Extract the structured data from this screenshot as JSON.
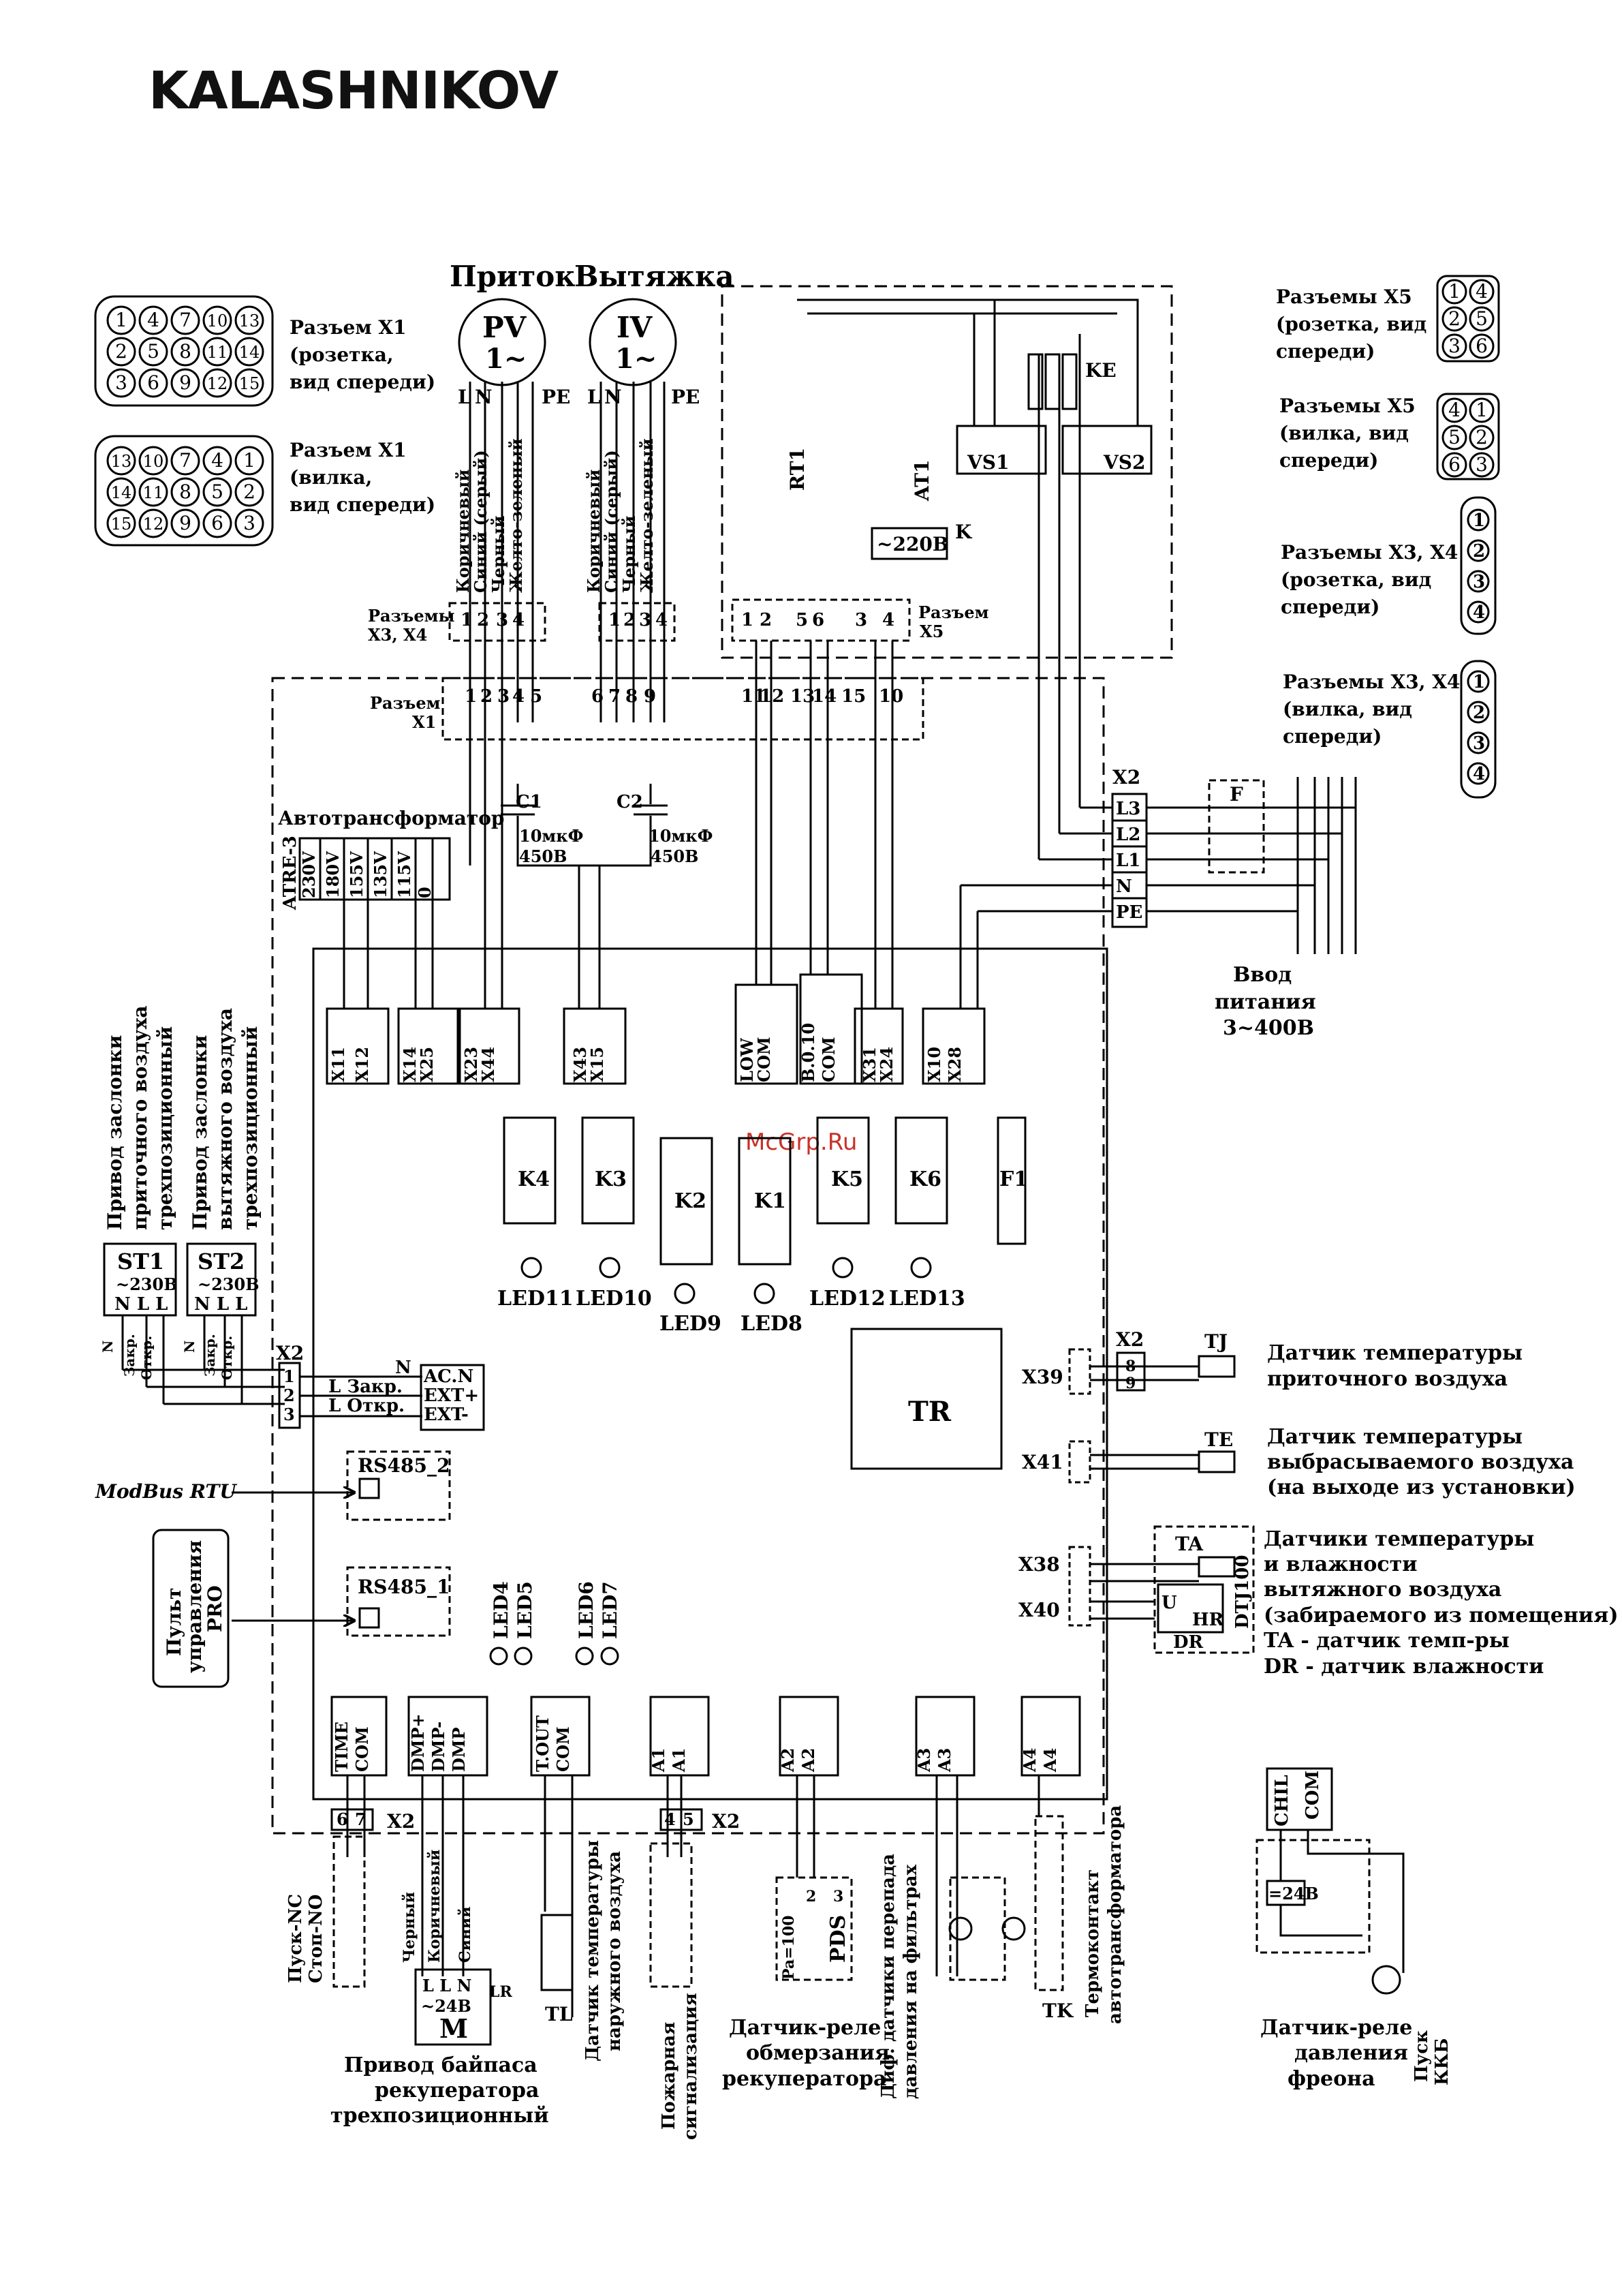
{
  "brand": "KALASHNIKOV",
  "watermark": "McGrp.Ru",
  "fans": {
    "supply": {
      "label": "Приток",
      "code": "PV",
      "phase": "1~"
    },
    "exhaust": {
      "label": "Вытяжка",
      "code": "IV",
      "phase": "1~"
    },
    "terminal_letters": [
      "L",
      "N",
      "PE"
    ]
  },
  "wire_colors": [
    "Коричневый",
    "Синий (серый)",
    "Черный",
    "Желто-зеленый"
  ],
  "connectors": {
    "x1_socket": {
      "title": "Разъем X1",
      "line2": "(розетка,",
      "line3": "вид спереди)",
      "pins": [
        "1",
        "4",
        "7",
        "10",
        "13",
        "2",
        "5",
        "8",
        "11",
        "14",
        "3",
        "6",
        "9",
        "12",
        "15"
      ]
    },
    "x1_plug": {
      "title": "Разъем X1",
      "line2": "(вилка,",
      "line3": "вид спереди)",
      "pins": [
        "13",
        "10",
        "7",
        "4",
        "1",
        "14",
        "11",
        "8",
        "5",
        "2",
        "15",
        "12",
        "9",
        "6",
        "3"
      ]
    },
    "x5_socket": {
      "title": "Разъемы X5",
      "line2": "(розетка, вид",
      "line3": "спереди)",
      "pins": [
        "1",
        "4",
        "2",
        "5",
        "3",
        "6"
      ]
    },
    "x5_plug": {
      "title": "Разъемы X5",
      "line2": "(вилка, вид",
      "line3": "спереди)",
      "pins": [
        "4",
        "1",
        "5",
        "2",
        "6",
        "3"
      ]
    },
    "x34_socket": {
      "title": "Разъемы X3, X4",
      "line2": "(розетка, вид",
      "line3": "спереди)",
      "pins": [
        "1",
        "2",
        "3",
        "4"
      ]
    },
    "x34_plug": {
      "title": "Разъемы X3, X4",
      "line2": "(вилка, вид",
      "line3": "спереди)",
      "pins": [
        "1",
        "2",
        "3",
        "4"
      ]
    }
  },
  "labels": {
    "x34": "Разъемы",
    "x34b": "X3, X4",
    "x1": "Разъем",
    "x1b": "X1",
    "x5": "Разъем",
    "x5b": "X5",
    "x2": "X2",
    "autotransformer": "Автотрансформатор",
    "atre": "ATRE-3",
    "cap1": "C1",
    "cap2": "C2",
    "cap_val": "10мкФ",
    "cap_v": "450B",
    "power_in_1": "Ввод",
    "power_in_2": "питания",
    "power_in_3": "3~400B",
    "modbus": "ModBus RTU",
    "rs485_1": "RS485_1",
    "rs485_2": "RS485_2",
    "tr": "TR",
    "f": "F",
    "ke": "KE",
    "k": "K",
    "v220": "~220B",
    "rt1": "RT1",
    "at1": "AT1",
    "vs1": "VS1",
    "vs2": "VS2"
  },
  "x5_numbers": [
    "1",
    "2",
    "5",
    "6",
    "3",
    "4"
  ],
  "x1_numbers": [
    "1",
    "2",
    "3",
    "4",
    "5",
    "6",
    "7",
    "8",
    "9",
    "11",
    "12",
    "13",
    "14",
    "15",
    "10"
  ],
  "x2_power": [
    "L3",
    "L2",
    "L1",
    "N",
    "PE"
  ],
  "autotr_taps": [
    "230V",
    "180V",
    "155V",
    "135V",
    "115V",
    "0"
  ],
  "board_terminals": [
    "X11",
    "X12",
    "X14",
    "X25",
    "X23",
    "X44",
    "X43",
    "X15",
    "LOW",
    "COM",
    "B.0.10",
    "COM",
    "X31",
    "X24",
    "X10",
    "X28"
  ],
  "relays": [
    "K4",
    "K3",
    "K2",
    "K1",
    "K5",
    "K6",
    "F1"
  ],
  "leds_top": [
    "LED11",
    "LED10",
    "LED9",
    "LED8",
    "LED12",
    "LED13"
  ],
  "leds_mid": [
    "LED4",
    "LED5",
    "LED6",
    "LED7"
  ],
  "dampers": {
    "st1": {
      "code": "ST1",
      "v": "~230B",
      "pins": "N L L",
      "label1": "Привод заслонки",
      "label2": "приточного воздуха",
      "label3": "трехпозиционный"
    },
    "st2": {
      "code": "ST2",
      "v": "~230B",
      "pins": "N L L",
      "label1": "Привод заслонки",
      "label2": "вытяжного воздуха",
      "label3": "трехпозиционный"
    },
    "wires": [
      "N",
      "Закр.",
      "Откр."
    ]
  },
  "x2_left": [
    "1",
    "2",
    "3"
  ],
  "ac_terms": [
    "AC.N",
    "EXT+",
    "EXT-"
  ],
  "ac_labels": [
    "N",
    "L  Закр.",
    "L  Откр."
  ],
  "panel": {
    "line1": "Пульт",
    "line2": "управления",
    "line3": "PRO"
  },
  "sensors": {
    "tj": {
      "code": "TJ",
      "x": "X39",
      "pins": [
        "8",
        "9"
      ],
      "line1": "Датчик температуры",
      "line2": "приточного воздуха"
    },
    "te": {
      "code": "TE",
      "x": "X41",
      "line1": "Датчик температуры",
      "line2": "выбрасываемого воздуха",
      "line3": "(на выходе из установки)"
    },
    "ta_dr": {
      "ta": "TA",
      "u": "U",
      "hr": "HR",
      "dr": "DR",
      "dtj": "DTJ100",
      "x38": "X38",
      "x40": "X40",
      "line1": "Датчики температуры",
      "line2": "и влажности",
      "line3": "вытяжного воздуха",
      "line4": "(забираемого из помещения)",
      "line5": "TA - датчик темп-ры",
      "line6": "DR - датчик влажности"
    }
  },
  "bottom_terms": [
    "TIME",
    "COM",
    "DMP+",
    "DMP-",
    "DMP",
    "T.OUT",
    "COM",
    "A1",
    "A1",
    "A2",
    "A2",
    "A3",
    "A3",
    "A4",
    "A4"
  ],
  "bottom": {
    "x2_a": [
      "6",
      "7"
    ],
    "x2_b": [
      "4",
      "5"
    ],
    "start": [
      "Пуск-NC",
      "Стоп-NO"
    ],
    "motor": {
      "pins": "L L N",
      "v": "~24B",
      "m": "M",
      "lr": "LR",
      "wires": [
        "Черный",
        "Коричневый",
        "Синий"
      ],
      "line1": "Привод байпаса",
      "line2": "рекуператора",
      "line3": "трехпозиционный"
    },
    "tl": {
      "code": "TL",
      "line1": "Датчик температуры",
      "line2": "наружного воздуха"
    },
    "fire": [
      "Пожарная",
      "сигнализация"
    ],
    "pds": {
      "code": "PDS",
      "pa": "Pa=100",
      "pins": [
        "2",
        "3"
      ],
      "line1": "Датчик-реле",
      "line2": "обмерзания",
      "line3": "рекуператора"
    },
    "filters": [
      "Диф. датчики перепада",
      "давления на фильтрах"
    ],
    "tk": {
      "code": "TK",
      "line1": "Термоконтакт",
      "line2": "автотрансформатора"
    },
    "chil": {
      "t1": "CHIL",
      "t2": "COM",
      "v": "=24B",
      "p1": "Датчик-реле",
      "p2": "давления",
      "p3": "фреона",
      "kkb1": "Пуск",
      "kkb2": "ККБ"
    }
  }
}
